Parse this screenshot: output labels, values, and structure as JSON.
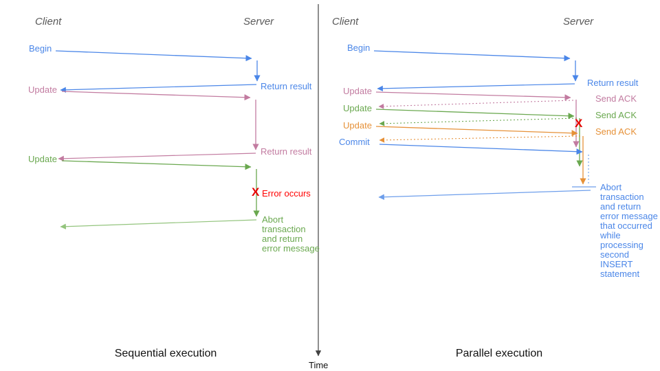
{
  "colors": {
    "blue": "#4a86e8",
    "blue_light": "#6d9eeb",
    "pink": "#c27ba0",
    "green": "#6aa84f",
    "green_light": "#93c47d",
    "orange": "#e69138",
    "error_red": "#e60000",
    "header_gray": "#595959",
    "axis_gray": "#424242"
  },
  "axis": {
    "label": "Time"
  },
  "left": {
    "caption": "Sequential execution",
    "headers": {
      "client": "Client",
      "server": "Server"
    },
    "labels": {
      "begin": "Begin",
      "return_result_1": "Return result",
      "update_1": "Update",
      "return_result_2": "Return result",
      "update_2": "Update",
      "error_mark": "X",
      "error_text": "Error occurs",
      "abort_text": "Abort\ntransaction\nand return\nerror message"
    }
  },
  "right": {
    "caption": "Parallel execution",
    "headers": {
      "client": "Client",
      "server": "Server"
    },
    "labels": {
      "begin": "Begin",
      "return_result": "Return result",
      "update_1": "Update",
      "send_ack_1": "Send ACK",
      "update_2": "Update",
      "send_ack_2": "Send ACK",
      "update_3": "Update",
      "send_ack_3": "Send ACK",
      "commit": "Commit",
      "error_mark": "X",
      "abort_text": "Abort\ntransaction\nand return\nerror message\nthat occurred\nwhile\nprocessing\nsecond\nINSERT\nstatement"
    }
  }
}
